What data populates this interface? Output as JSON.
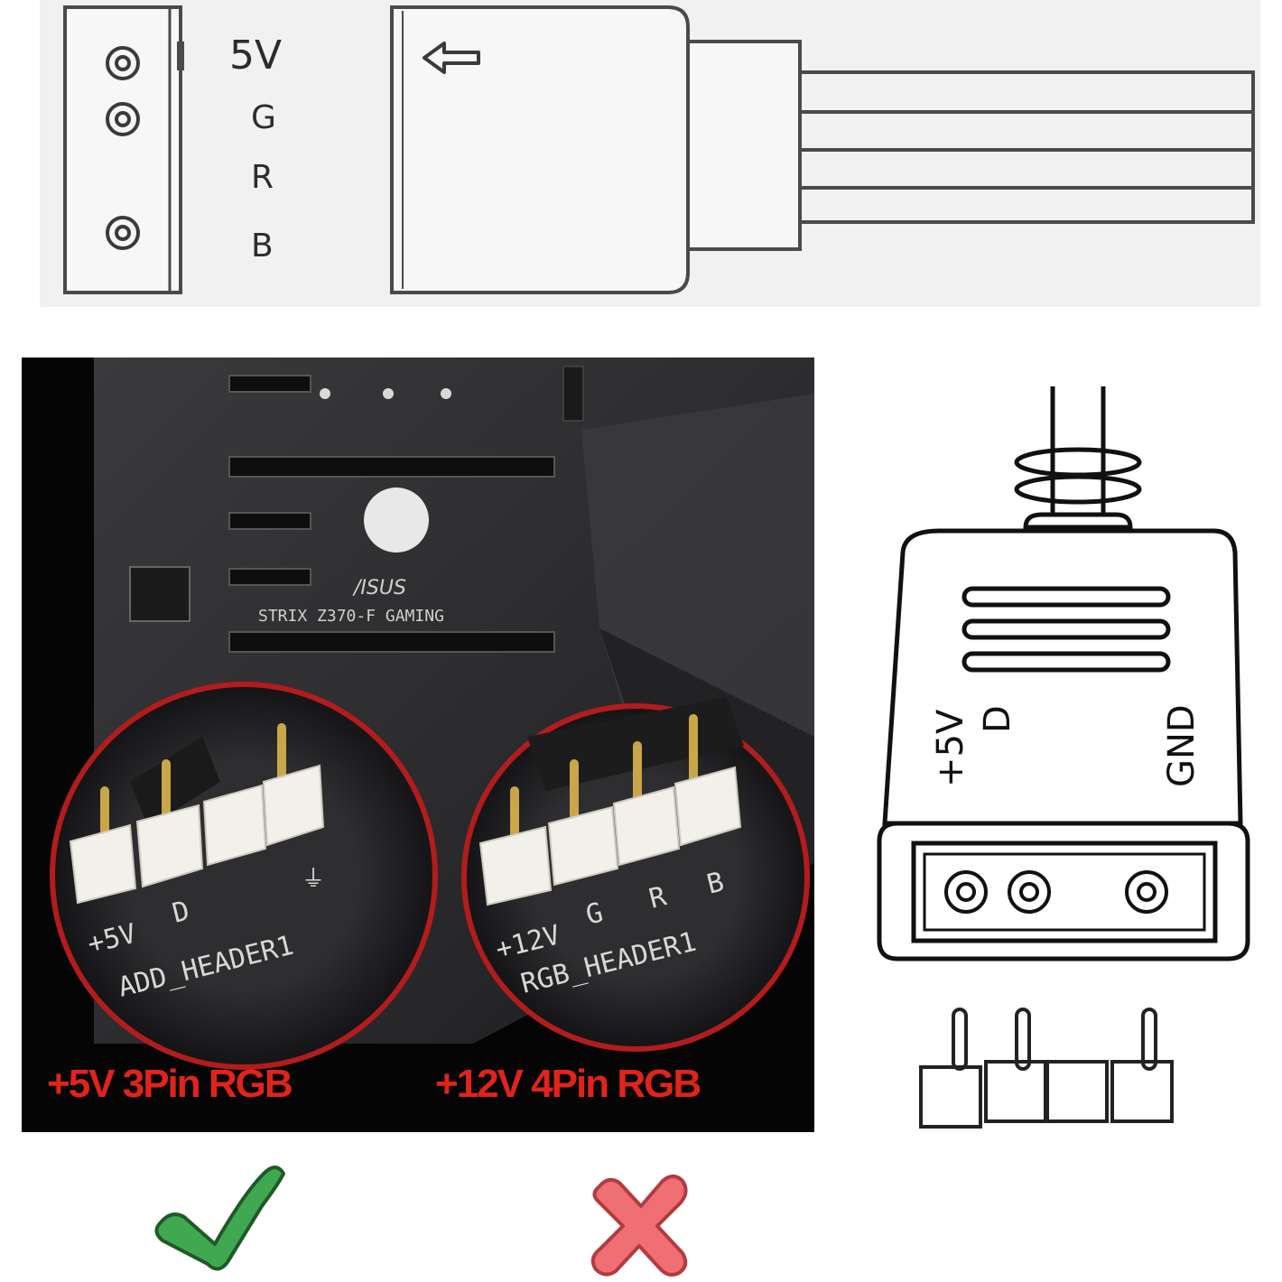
{
  "top_connector": {
    "pins": [
      "5V",
      "G",
      "R",
      "B"
    ]
  },
  "board_photo": {
    "brand": "/ISUS",
    "model": "STRIX Z370-F GAMING",
    "left_header": {
      "pins": [
        "+5V",
        "D"
      ],
      "header_name": "ADD_HEADER1",
      "caption": "+5V 3Pin RGB"
    },
    "right_header": {
      "pins": [
        "+12V",
        "G",
        "R",
        "B"
      ],
      "header_name": "RGB_HEADER1",
      "caption": "+12V 4Pin RGB"
    }
  },
  "plug_diagram": {
    "pins": [
      "+5V",
      "D",
      "GND"
    ]
  },
  "verdicts": [
    {
      "symbol": "check-mark",
      "color": "#3c9f4a"
    },
    {
      "symbol": "cross-mark",
      "color": "#e8626a"
    }
  ]
}
